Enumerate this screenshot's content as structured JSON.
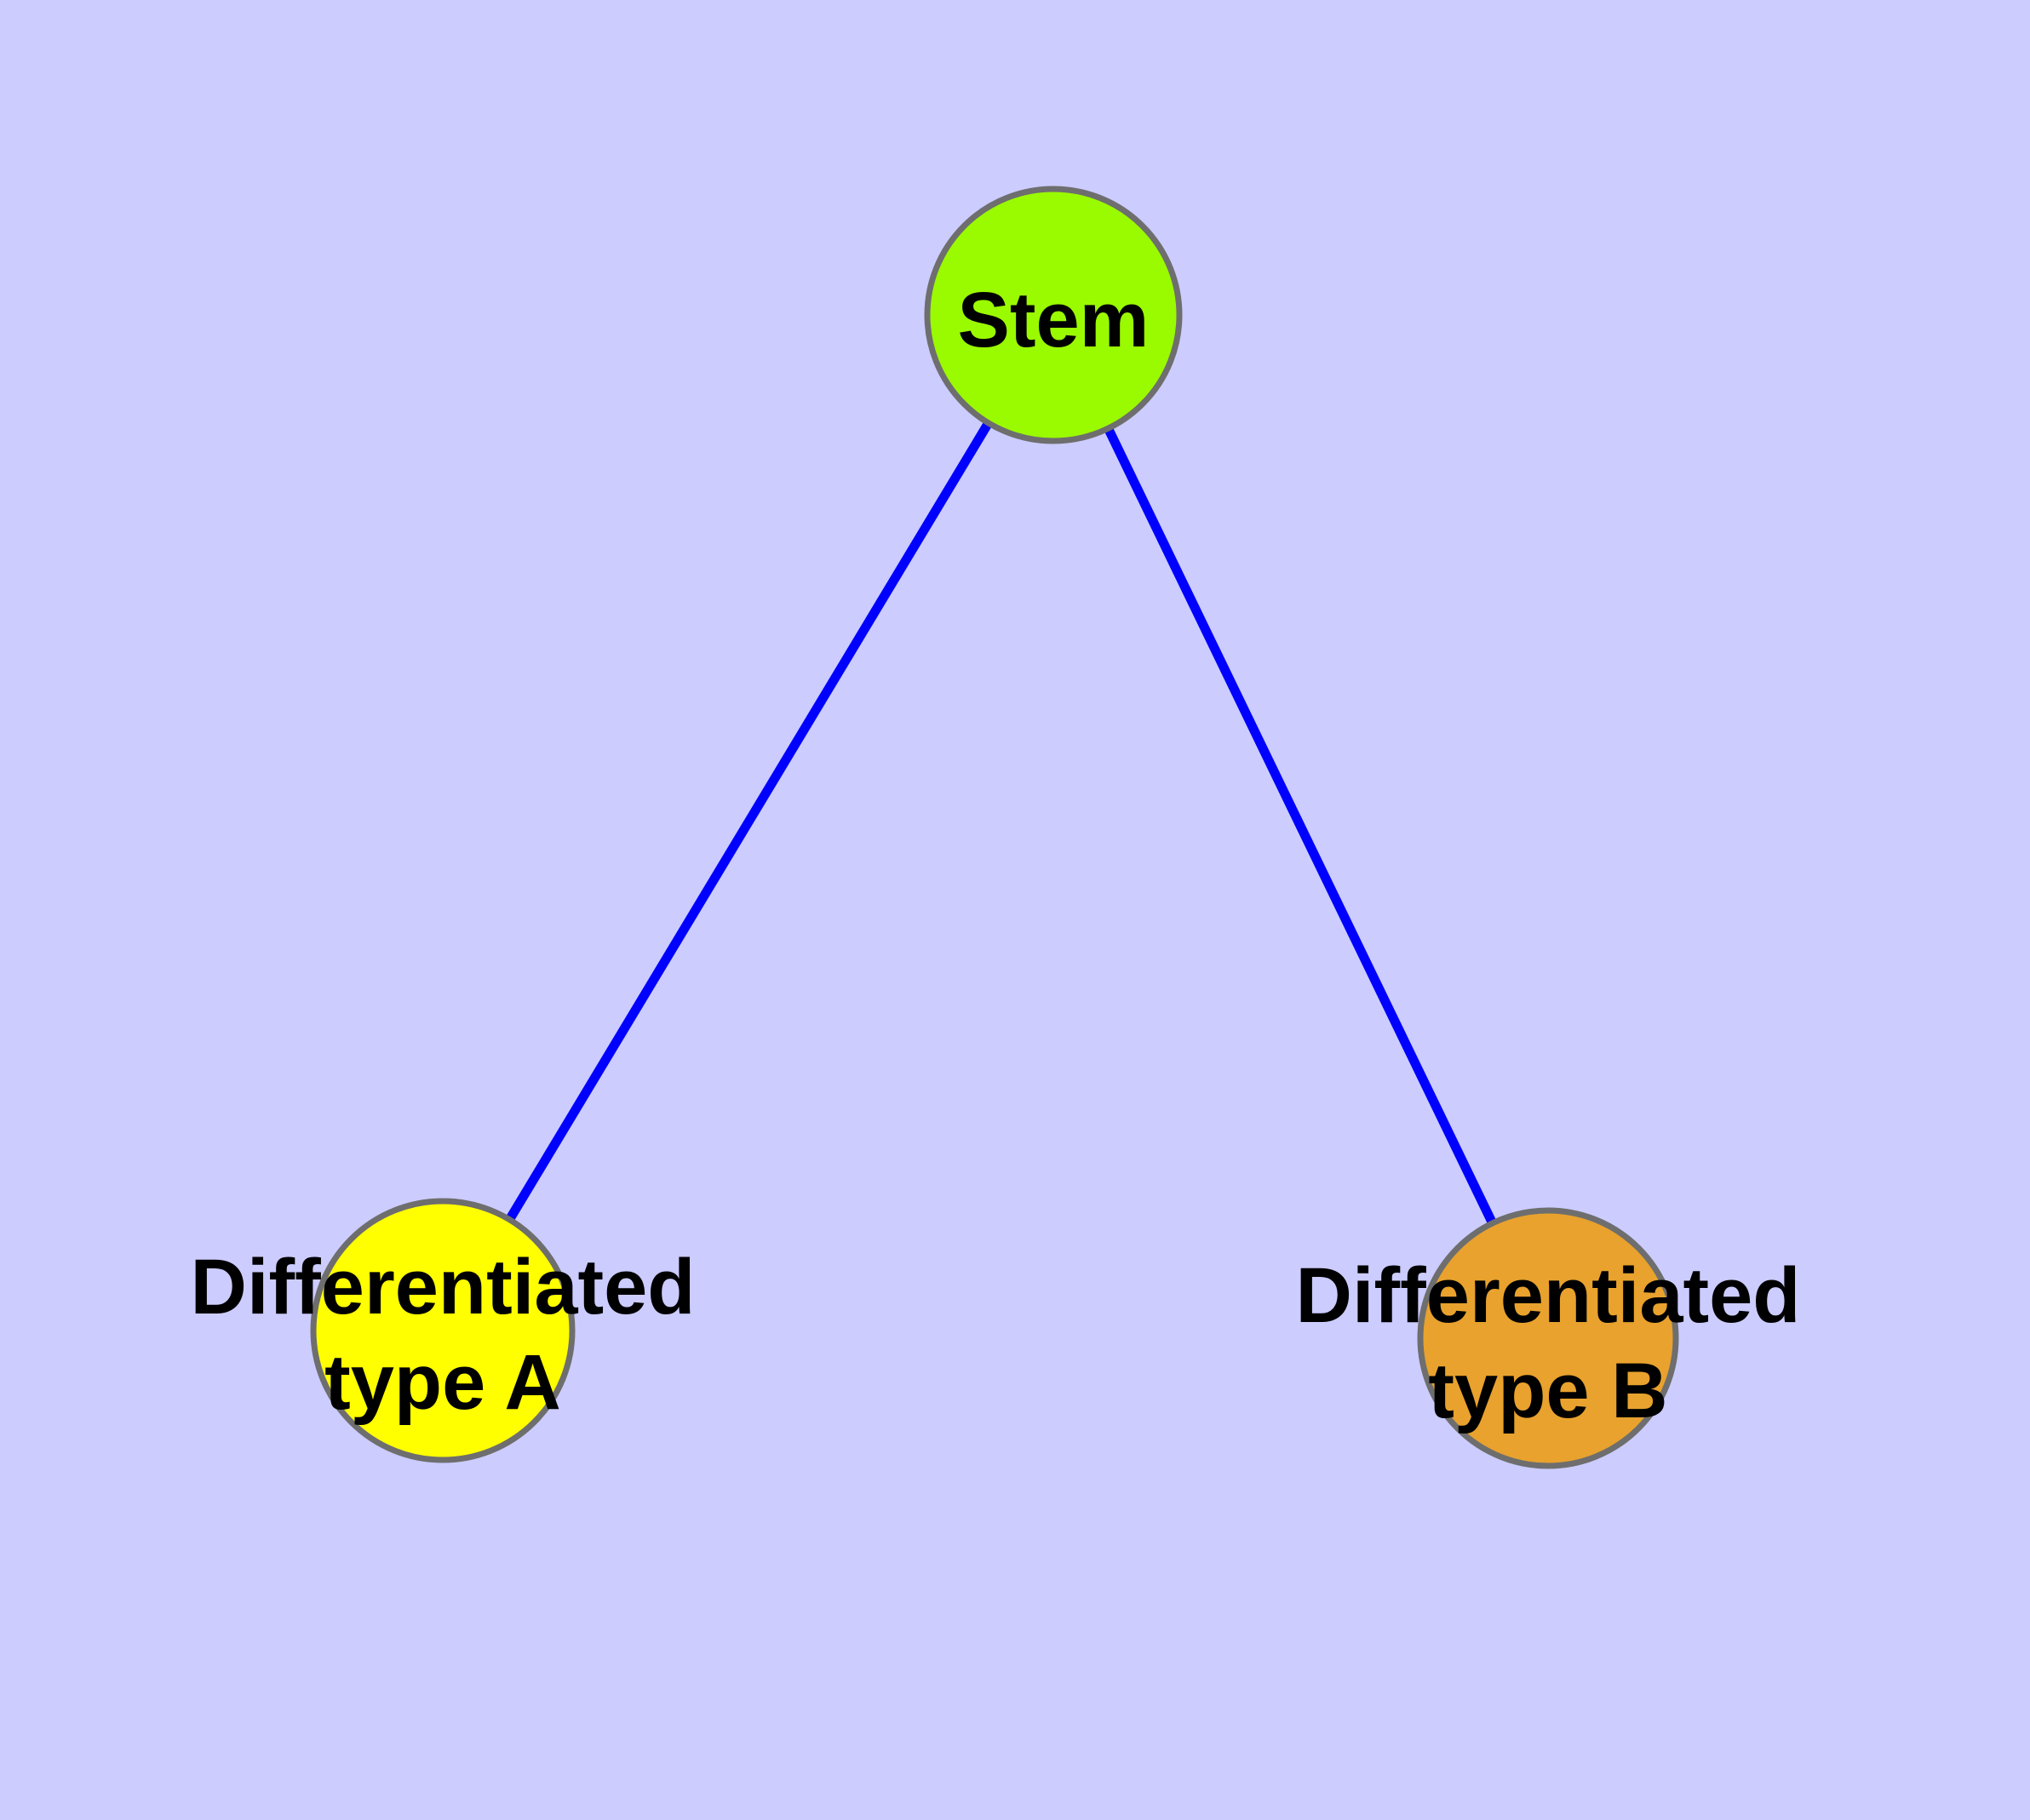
{
  "diagram": {
    "type": "node-link-graph",
    "description": "Cell differentiation hierarchy: a stem node with two differentiated child types"
  },
  "colors": {
    "background": "#CCCCFF",
    "edge": "#0000FF",
    "node_border": "#6E6E6E",
    "label_text": "#000000",
    "stem_fill": "#9AFA00",
    "type_a_fill": "#FFFF00",
    "type_b_fill": "#E8A22D"
  },
  "nodes": {
    "stem": {
      "label": "Stem",
      "color": "#9AFA00"
    },
    "type_a": {
      "label_line1": "Differentiated",
      "label_line2": "type A",
      "color": "#FFFF00"
    },
    "type_b": {
      "label_line1": "Differentiated",
      "label_line2": "type B",
      "color": "#E8A22D"
    }
  },
  "edges": [
    {
      "from": "Stem",
      "to": "Differentiated type A"
    },
    {
      "from": "Stem",
      "to": "Differentiated type B"
    }
  ]
}
